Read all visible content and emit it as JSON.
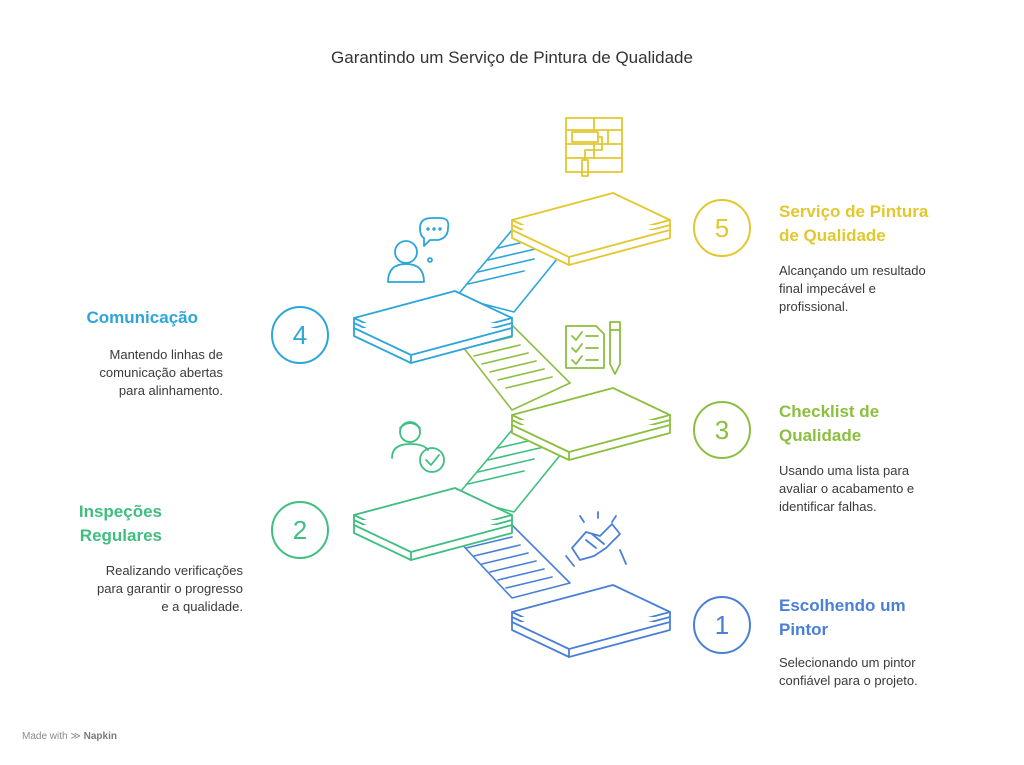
{
  "title": "Garantindo um Serviço de Pintura de Qualidade",
  "steps": [
    {
      "number": "1",
      "title_lines": [
        "Escolhendo um",
        "Pintor"
      ],
      "desc_lines": [
        "Selecionando um pintor",
        "confiável para o projeto."
      ],
      "color": "#4a7fd8",
      "icon": "handshake-icon"
    },
    {
      "number": "2",
      "title_lines": [
        "Inspeções",
        "Regulares"
      ],
      "desc_lines": [
        "Realizando verificações",
        "para garantir o progresso",
        "e a qualidade."
      ],
      "color": "#3fbf7f",
      "icon": "person-check-icon"
    },
    {
      "number": "3",
      "title_lines": [
        "Checklist de",
        "Qualidade"
      ],
      "desc_lines": [
        "Usando uma lista para",
        "avaliar o acabamento e",
        "identificar falhas."
      ],
      "color": "#8cbf3f",
      "icon": "checklist-pen-icon"
    },
    {
      "number": "4",
      "title_lines": [
        "Comunicação"
      ],
      "desc_lines": [
        "Mantendo linhas de",
        "comunicação abertas",
        "para alinhamento."
      ],
      "color": "#2ca6d8",
      "icon": "person-chat-icon"
    },
    {
      "number": "5",
      "title_lines": [
        "Serviço de Pintura",
        "de Qualidade"
      ],
      "desc_lines": [
        "Alcançando um resultado",
        "final impecável e",
        "profissional."
      ],
      "color": "#e3c72e",
      "icon": "paint-roller-icon"
    }
  ],
  "footer": {
    "made_with": "Made with",
    "brand": "Napkin"
  }
}
